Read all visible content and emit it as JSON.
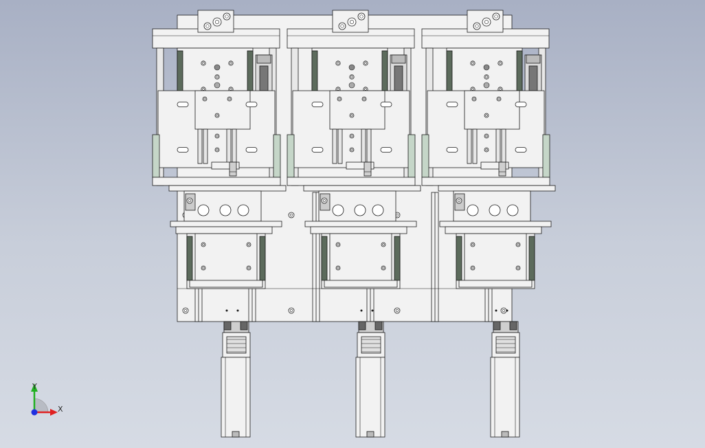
{
  "viewport": {
    "background_top": "#a8b0c4",
    "background_bottom": "#d6dbe4"
  },
  "model": {
    "units": 3,
    "part_fill": "#f2f2f2",
    "part_edge": "#1a1a1a",
    "rail_fill": "#5c6b5c",
    "pad_fill": "#c5d6c8"
  },
  "triad": {
    "x_label": "X",
    "y_label": "Y",
    "x_color": "#e02020",
    "y_color": "#20b020",
    "z_color": "#2030e0"
  }
}
